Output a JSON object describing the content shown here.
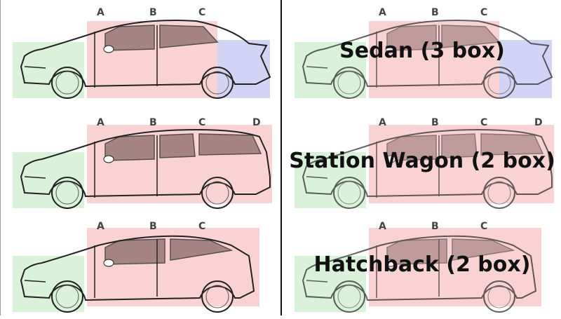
{
  "colors": {
    "front_box": "#d9f2d9",
    "cabin_box": "#f9d3d3",
    "trunk_box": "#d3d3f5",
    "divider": "#111111"
  },
  "rows": [
    {
      "pillars": [
        "A",
        "B",
        "C"
      ],
      "label": "Sedan (3 box)"
    },
    {
      "pillars": [
        "A",
        "B",
        "C",
        "D"
      ],
      "label": "Station Wagon (2 box)"
    },
    {
      "pillars": [
        "A",
        "B",
        "C"
      ],
      "label": "Hatchback (2 box)"
    }
  ]
}
